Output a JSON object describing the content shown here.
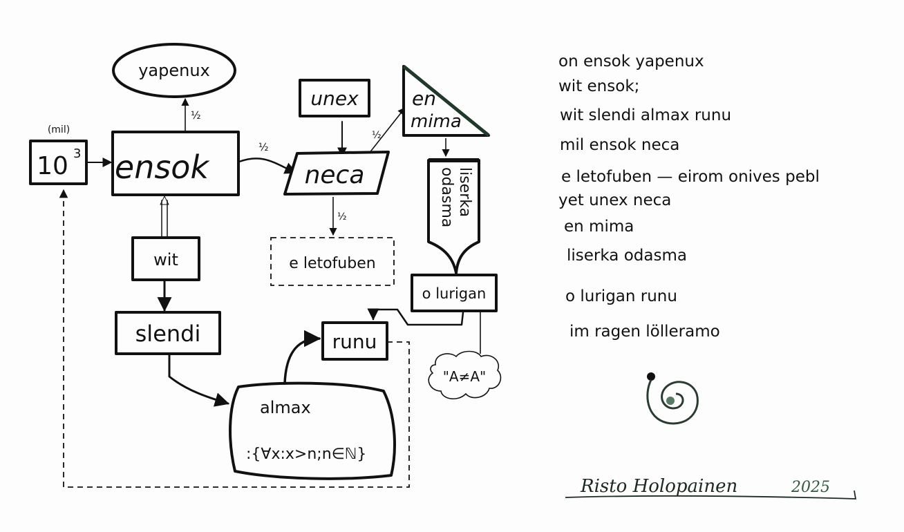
{
  "diagram": {
    "nodes": {
      "yapenux": "yapenux",
      "mil_label": "(mil)",
      "power_base": "10",
      "power_exp": "3",
      "ensok": "ensok",
      "unex": "unex",
      "neca": "neca",
      "en": "en",
      "mima": "mima",
      "liserka": "liserka",
      "odasma": "odasma",
      "e_letofuben": "e letofuben",
      "o_lurigan": "o lurigan",
      "runu": "runu",
      "a_not_a": "\"A≠A\"",
      "wit": "wit",
      "slendi": "slendi",
      "almax": "almax",
      "almax_formula": ":{∀x:x>n;n∈ℕ}"
    },
    "edge_labels": {
      "ensok_to_yapenux": "½",
      "ensok_to_neca": "½",
      "neca_to_en_mima": "½",
      "neca_to_e_letofuben": "½"
    }
  },
  "poem": {
    "lines": [
      "on ensok yapenux",
      "wit ensok;",
      "wit slendi almax runu",
      "mil ensok neca",
      "e letofuben — eirom onives pebl",
      "yet unex neca",
      "en mima",
      "liserka odasma",
      "o lurigan runu",
      "im ragen lölleramo"
    ]
  },
  "signature": {
    "name": "Risto Holopainen",
    "year": "2025"
  },
  "colors": {
    "ink": "#111111",
    "paper": "#fdfdfd",
    "green_ink": "#2f5a3f"
  }
}
